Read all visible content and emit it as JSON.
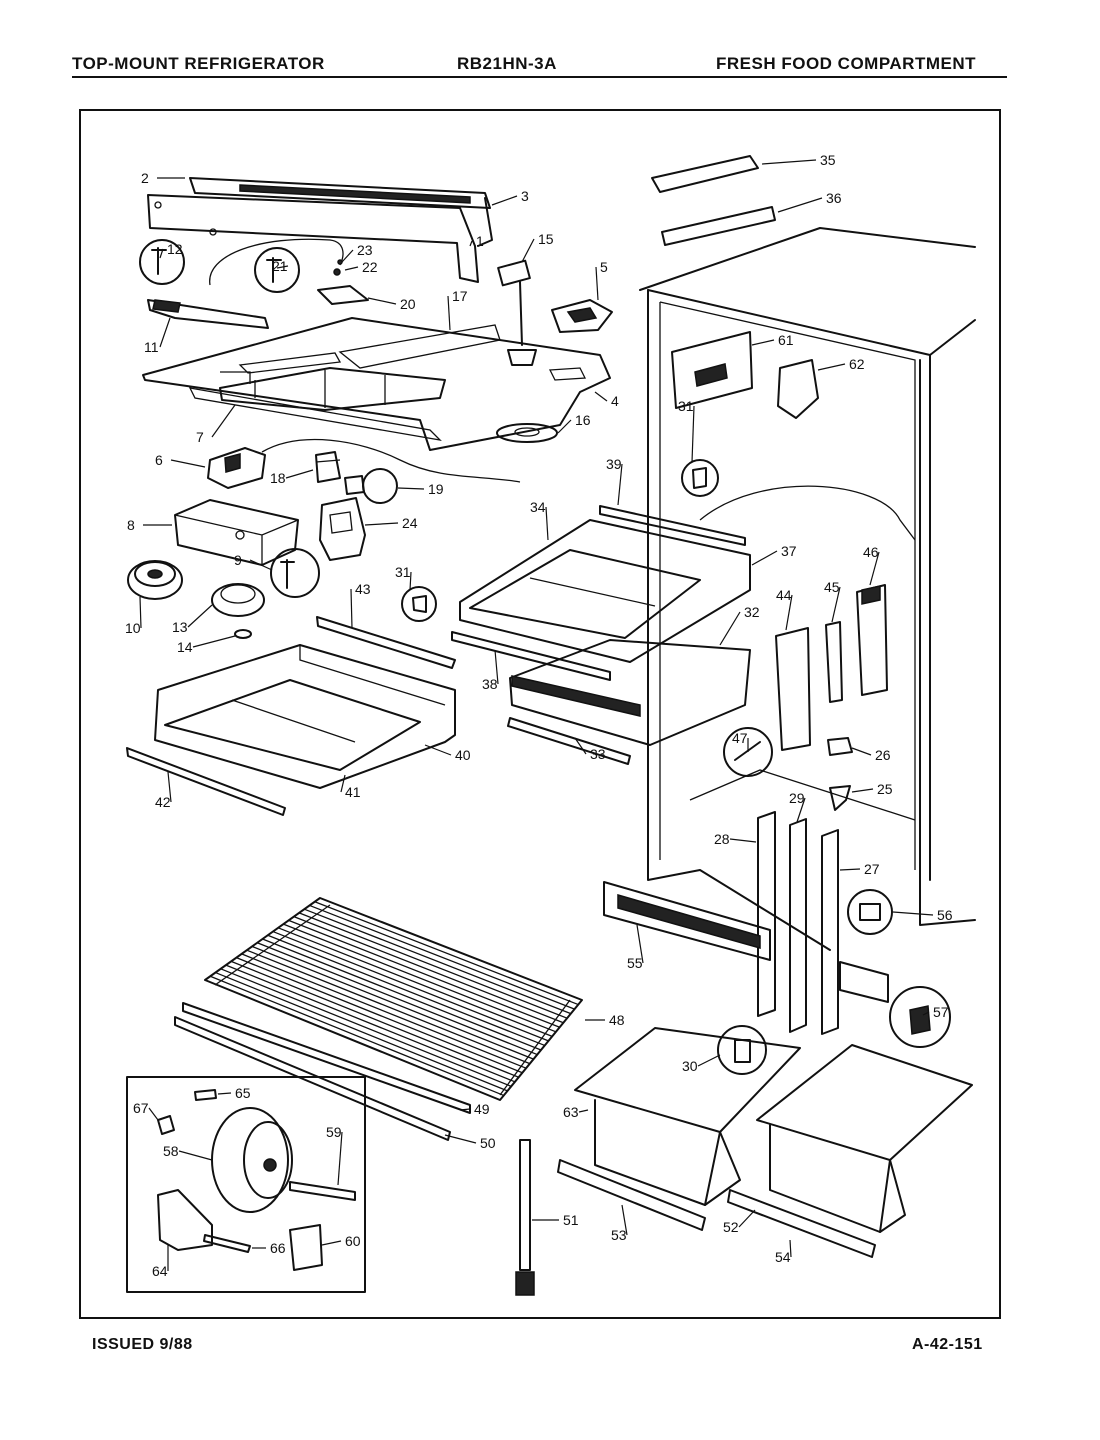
{
  "header": {
    "left": "TOP-MOUNT REFRIGERATOR",
    "center": "RB21HN-3A",
    "right": "FRESH FOOD COMPARTMENT"
  },
  "footer": {
    "issued": "ISSUED 9/88",
    "code": "A-42-151"
  },
  "callouts": [
    "1",
    "2",
    "3",
    "4",
    "5",
    "6",
    "7",
    "8",
    "9",
    "10",
    "11",
    "12",
    "13",
    "14",
    "15",
    "16",
    "17",
    "18",
    "19",
    "20",
    "21",
    "22",
    "23",
    "24",
    "25",
    "26",
    "27",
    "28",
    "29",
    "30",
    "31",
    "31",
    "32",
    "33",
    "34",
    "35",
    "36",
    "37",
    "38",
    "39",
    "40",
    "41",
    "42",
    "43",
    "44",
    "45",
    "46",
    "47",
    "48",
    "49",
    "50",
    "51",
    "52",
    "53",
    "54",
    "55",
    "56",
    "57",
    "58",
    "59",
    "60",
    "61",
    "62",
    "63",
    "64",
    "65",
    "66",
    "67"
  ]
}
